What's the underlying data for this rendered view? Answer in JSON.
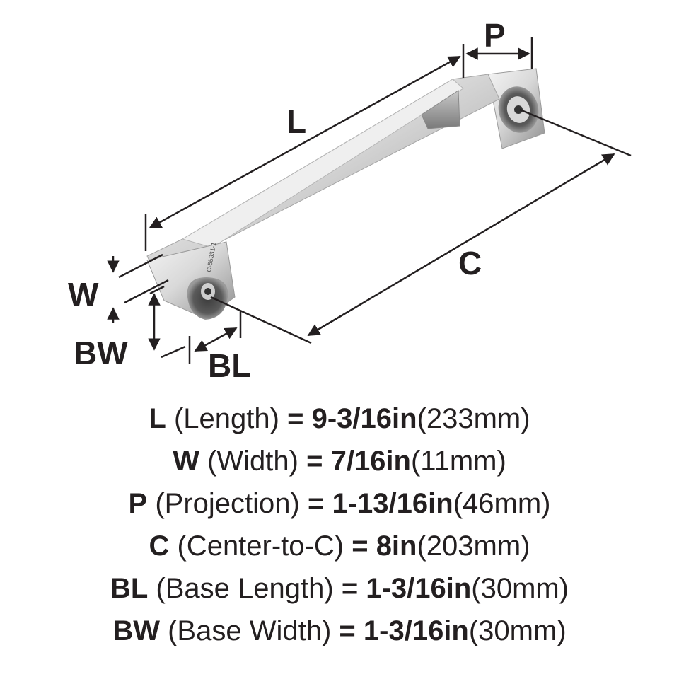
{
  "diagram": {
    "labels": {
      "L": "L",
      "P": "P",
      "C": "C",
      "W": "W",
      "BW": "BW",
      "BL": "BL"
    },
    "part_marking": "C-55331-1"
  },
  "specs": [
    {
      "abbr": "L",
      "name": "(Length)",
      "eq": "=",
      "imperial": "9-3/16in",
      "metric": "(233mm)"
    },
    {
      "abbr": "W",
      "name": "(Width)",
      "eq": "=",
      "imperial": "7/16in",
      "metric": "(11mm)"
    },
    {
      "abbr": "P",
      "name": "(Projection)",
      "eq": "=",
      "imperial": "1-13/16in",
      "metric": "(46mm)"
    },
    {
      "abbr": "C",
      "name": "(Center-to-C)",
      "eq": "=",
      "imperial": "8in",
      "metric": "(203mm)"
    },
    {
      "abbr": "BL",
      "name": "(Base Length)",
      "eq": "=",
      "imperial": "1-3/16in",
      "metric": "(30mm)"
    },
    {
      "abbr": "BW",
      "name": "(Base Width)",
      "eq": "=",
      "imperial": "1-3/16in",
      "metric": "(30mm)"
    }
  ]
}
